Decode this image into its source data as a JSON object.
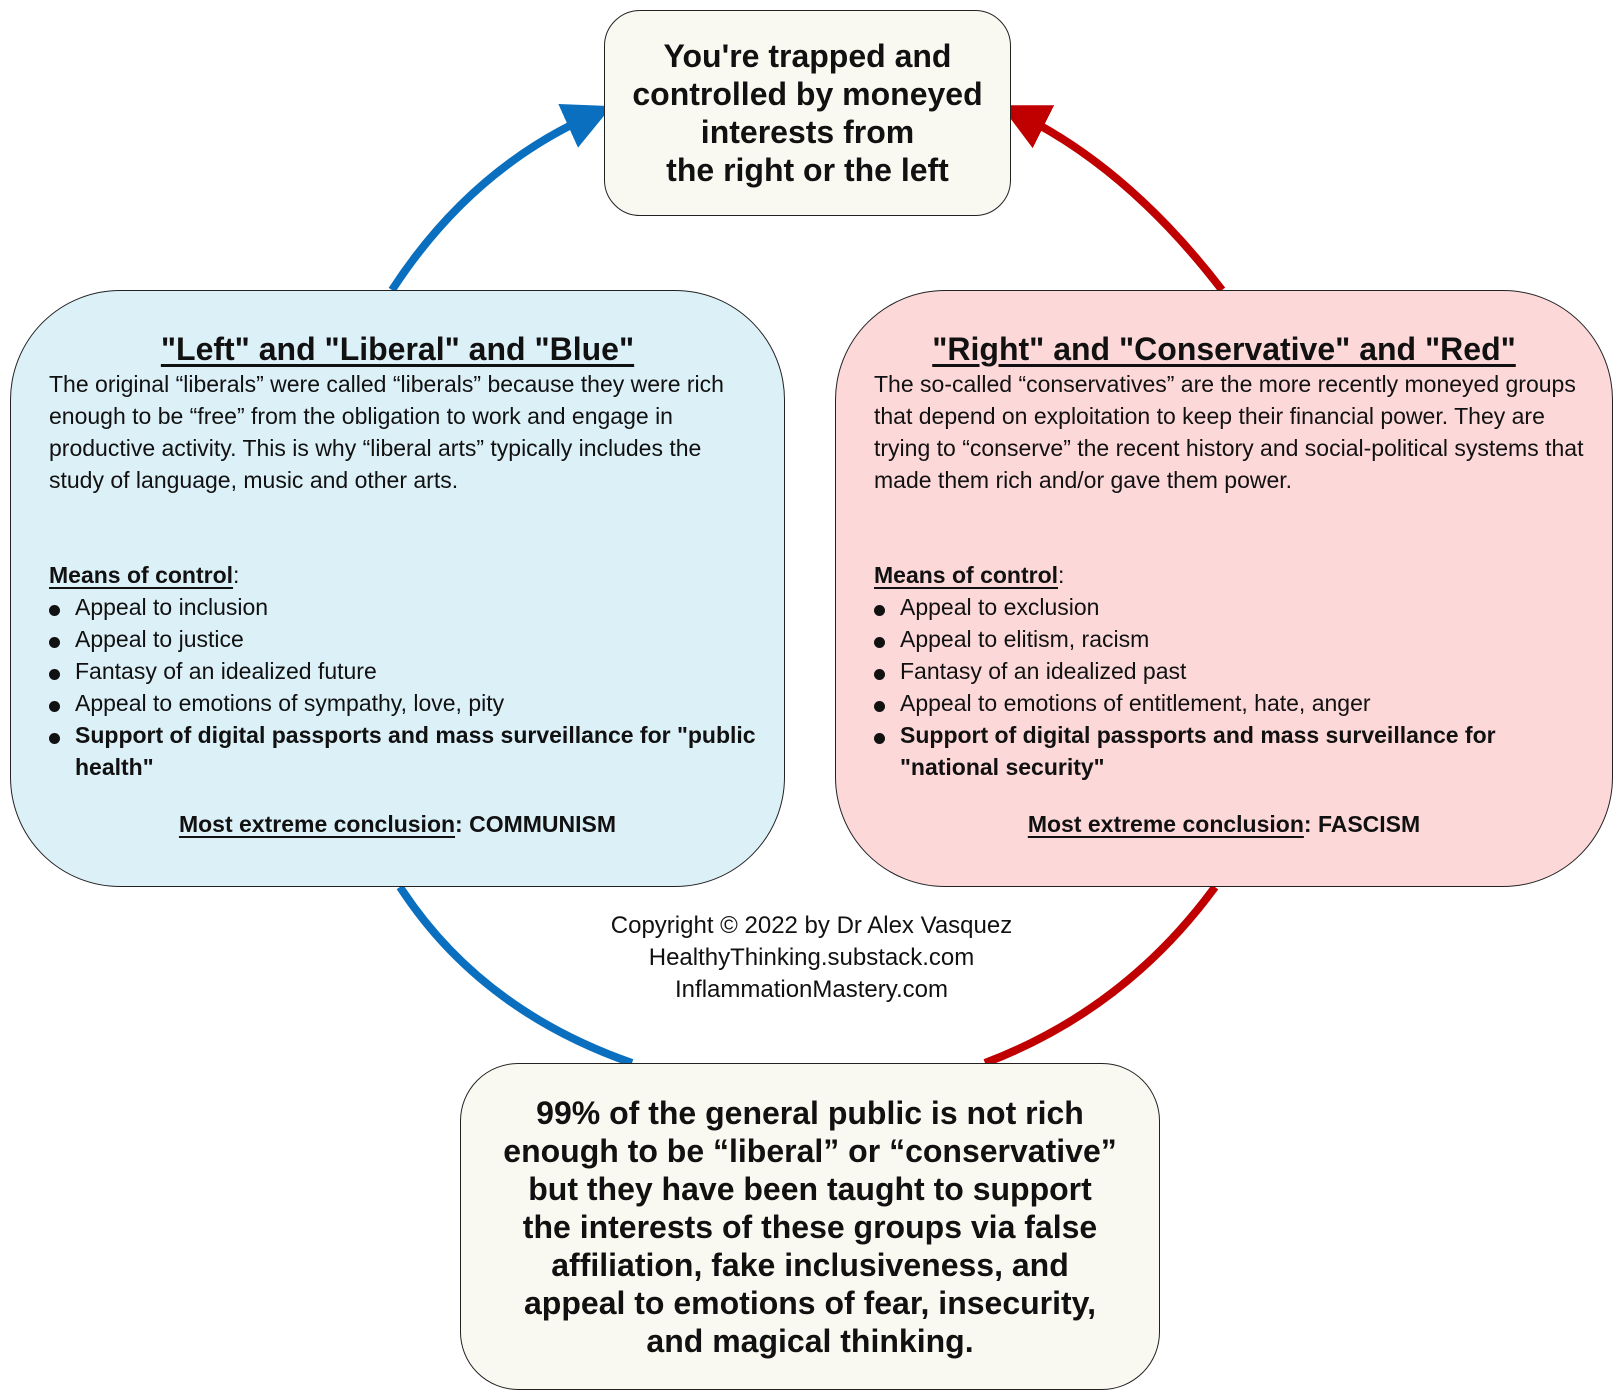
{
  "colors": {
    "blue_arrow": "#0a6fbf",
    "red_arrow": "#c00000",
    "left_panel_fill": "#dcf0f8",
    "right_panel_fill": "#fdd8d9",
    "cream_fill": "#faf9f1"
  },
  "top_box": {
    "lines": [
      "You're trapped and",
      "controlled by moneyed",
      "interests from",
      "the right or the left"
    ]
  },
  "left_panel": {
    "title": "\"Left\" and \"Liberal\" and \"Blue\"",
    "description": "The original “liberals” were called “liberals” because they were rich enough to be “free” from the obligation to work and engage in productive activity. This is why “liberal arts” typically includes the study of language, music and other arts.",
    "means_label": "Means of control",
    "means_suffix": ":",
    "bullets": [
      "Appeal to inclusion",
      "Appeal to justice",
      "Fantasy of an idealized future",
      "Appeal to emotions of sympathy, love, pity",
      "Support of digital passports and mass surveillance for \"public health\""
    ],
    "extreme_label": "Most extreme conclusion",
    "extreme_value": ": COMMUNISM"
  },
  "right_panel": {
    "title": "\"Right\" and \"Conservative\" and \"Red\"",
    "description": "The so-called “conservatives” are the more recently moneyed groups that depend on exploitation to keep their financial power. They are trying to “conserve” the recent history and social-political systems that made them rich and/or gave them power.",
    "means_label": "Means of control",
    "means_suffix": ":",
    "bullets": [
      "Appeal to exclusion",
      "Appeal to elitism, racism",
      "Fantasy of an idealized past",
      "Appeal to emotions of entitlement, hate, anger",
      "Support of digital passports and mass surveillance for \"national security\""
    ],
    "extreme_label": "Most extreme conclusion",
    "extreme_value": ": FASCISM"
  },
  "copyright": {
    "lines": [
      "Copyright © 2022 by Dr Alex Vasquez",
      "HealthyThinking.substack.com",
      "InflammationMastery.com"
    ]
  },
  "bottom_box": {
    "lines": [
      "99% of the general public is not rich",
      "enough to be “liberal” or “conservative”",
      "but they have been taught to support",
      "the interests of these groups via false",
      "affiliation, fake inclusiveness, and",
      "appeal to emotions of fear, insecurity,",
      "and magical thinking."
    ]
  }
}
